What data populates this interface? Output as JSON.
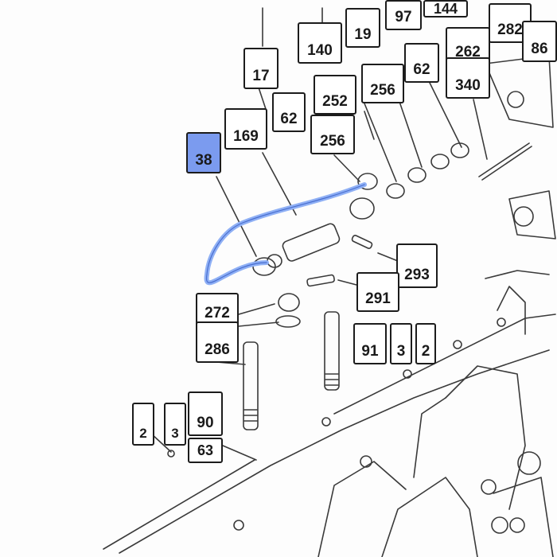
{
  "diagram": {
    "selected_color": "#7b9bef",
    "hose_color": "#8fb0f5",
    "callouts": [
      {
        "id": "c97",
        "label": "97"
      },
      {
        "id": "c144",
        "label": "144"
      },
      {
        "id": "c19",
        "label": "19"
      },
      {
        "id": "c140",
        "label": "140"
      },
      {
        "id": "c282",
        "label": "282"
      },
      {
        "id": "c86",
        "label": "86"
      },
      {
        "id": "c262",
        "label": "262"
      },
      {
        "id": "c62a",
        "label": "62"
      },
      {
        "id": "c340",
        "label": "340"
      },
      {
        "id": "c17",
        "label": "17"
      },
      {
        "id": "c256a",
        "label": "256"
      },
      {
        "id": "c252",
        "label": "252"
      },
      {
        "id": "c62b",
        "label": "62"
      },
      {
        "id": "c169",
        "label": "169"
      },
      {
        "id": "c256b",
        "label": "256"
      },
      {
        "id": "c38",
        "label": "38",
        "selected": true
      },
      {
        "id": "c293",
        "label": "293"
      },
      {
        "id": "c291",
        "label": "291"
      },
      {
        "id": "c272",
        "label": "272"
      },
      {
        "id": "c286",
        "label": "286"
      },
      {
        "id": "c91",
        "label": "91"
      },
      {
        "id": "c3a",
        "label": "3"
      },
      {
        "id": "c2a",
        "label": "2"
      },
      {
        "id": "c90",
        "label": "90"
      },
      {
        "id": "c2b",
        "label": "2"
      },
      {
        "id": "c3b",
        "label": "3"
      },
      {
        "id": "c63",
        "label": "63"
      }
    ]
  }
}
